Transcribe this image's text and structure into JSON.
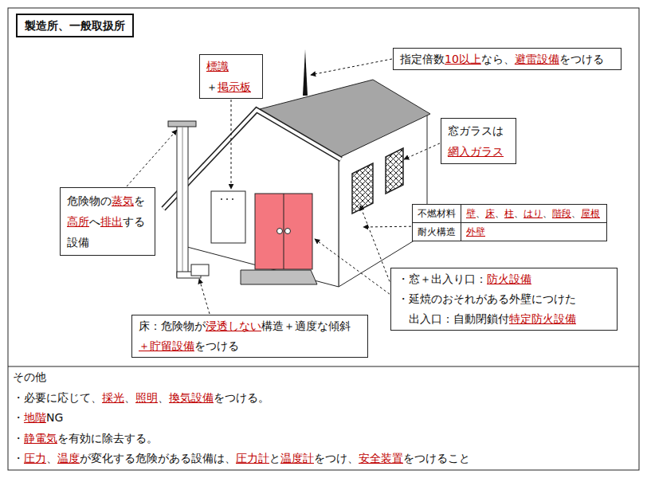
{
  "diagram": {
    "title": "製造所、一般取扱所",
    "nodes": [
      {
        "text": [
          "標識 ＋掲示板"
        ]
      },
      {
        "text": [
          "指定倍数10以上なら、避雷設備をつける"
        ]
      },
      {
        "text": [
          "窓ガラスは 網入ガラス"
        ]
      },
      {
        "text": [
          "危険物の蒸気を 高所へ排出する 設備"
        ]
      },
      {
        "text": [
          "・窓＋出入り口：防火設備",
          "・延焼のおそれがある外壁につけた出入口：自動閉鎖付特定防火設備"
        ]
      },
      {
        "text": [
          "床：危険物が浸透しない構造＋適度な傾斜 ＋貯留設備をつける"
        ]
      },
      {
        "text": [
          "その他",
          "・必要に応じて、採光、照明、換気設備をつける。",
          "・地階NG",
          "・静電気を有効に除去する。",
          "・圧力、温度が変化する危険がある設備は、圧力計と温度計をつけ、安全装置をつけること"
        ]
      }
    ],
    "labels": [
      "不燃材料",
      "壁、床、柱、はり、階段、屋根",
      "耐火構造",
      "外壁"
    ]
  }
}
